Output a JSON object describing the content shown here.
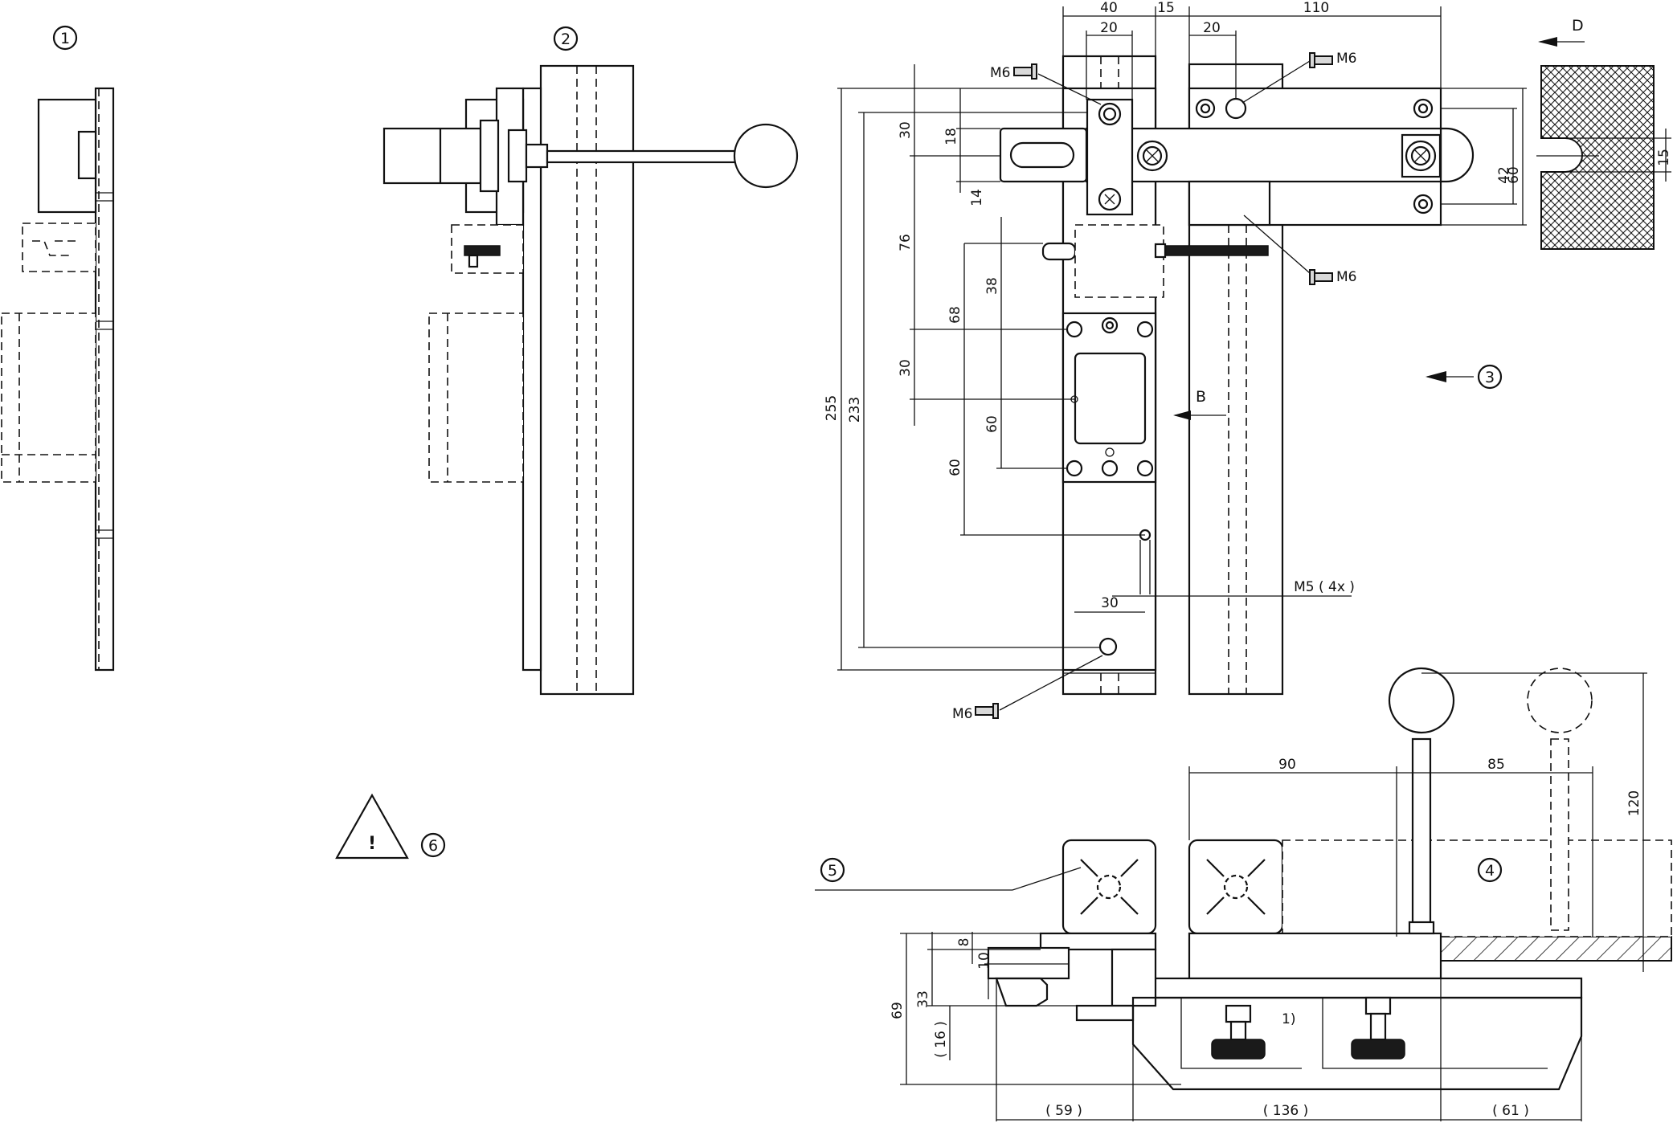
{
  "callouts": [
    "1",
    "2",
    "3",
    "4",
    "5",
    "6"
  ],
  "view_labels": {
    "b": "B",
    "d": "D"
  },
  "footnote_marker": "1)",
  "screws": {
    "m6": "M6",
    "m5": "M5 ( 4x )"
  },
  "dims_top_horizontal": {
    "d40": "40",
    "d15": "15",
    "d110": "110",
    "d20a": "20",
    "d20b": "20"
  },
  "dims_left_vertical": {
    "d255": "255",
    "d233": "233",
    "d30a": "30",
    "d18": "18",
    "d14": "14",
    "d76": "76",
    "d38": "38",
    "d68": "68",
    "d30b": "30",
    "d60a": "60",
    "d60b": "60"
  },
  "dims_right": {
    "d42": "42",
    "d60": "60",
    "d15": "15"
  },
  "dims_misc": {
    "d30": "30"
  },
  "dims_bottom_view": {
    "d90": "90",
    "d85": "85",
    "d120": "120",
    "d8": "8",
    "d10": "10",
    "d33": "33",
    "d69": "69",
    "d16": "( 16 )",
    "d59": "( 59 )",
    "d136": "( 136 )",
    "d61": "( 61 )"
  },
  "warning_icon": "warning-triangle-icon",
  "warning_glyph": "!"
}
